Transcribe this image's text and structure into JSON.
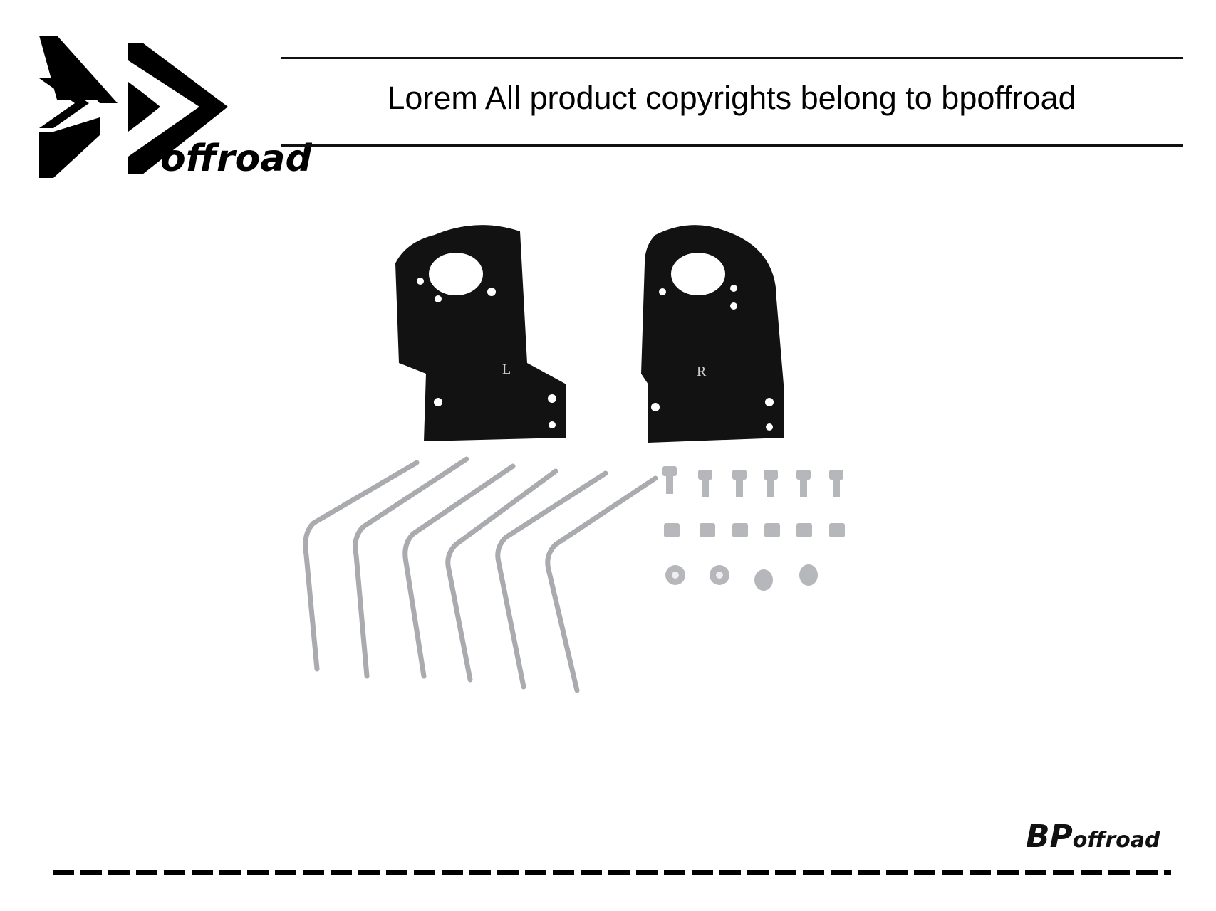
{
  "brand": {
    "logo_text": "BP offroad",
    "footer_logo_main": "BP",
    "footer_logo_sub": "offroad"
  },
  "header": {
    "headline": "Lorem All product copyrights belong to bpoffroad"
  },
  "product": {
    "bracket_left_mark": "L",
    "bracket_right_mark": "R"
  },
  "colors": {
    "text": "#000000",
    "bracket": "#111111",
    "metal": "#a9abae",
    "background": "#ffffff"
  }
}
